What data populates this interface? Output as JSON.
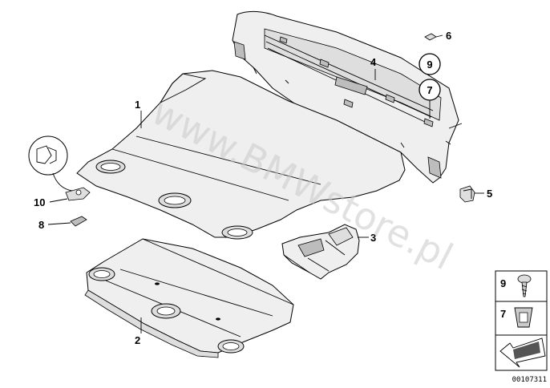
{
  "watermark": "www.BMWstore.pl",
  "diagram_number": "00107311",
  "callouts": {
    "c1": "1",
    "c2": "2",
    "c3": "3",
    "c4": "4",
    "c5": "5",
    "c6": "6",
    "c7": "7",
    "c8": "8",
    "c9": "9",
    "c10": "10"
  },
  "legend": {
    "item_9": "9",
    "item_7": "7"
  }
}
